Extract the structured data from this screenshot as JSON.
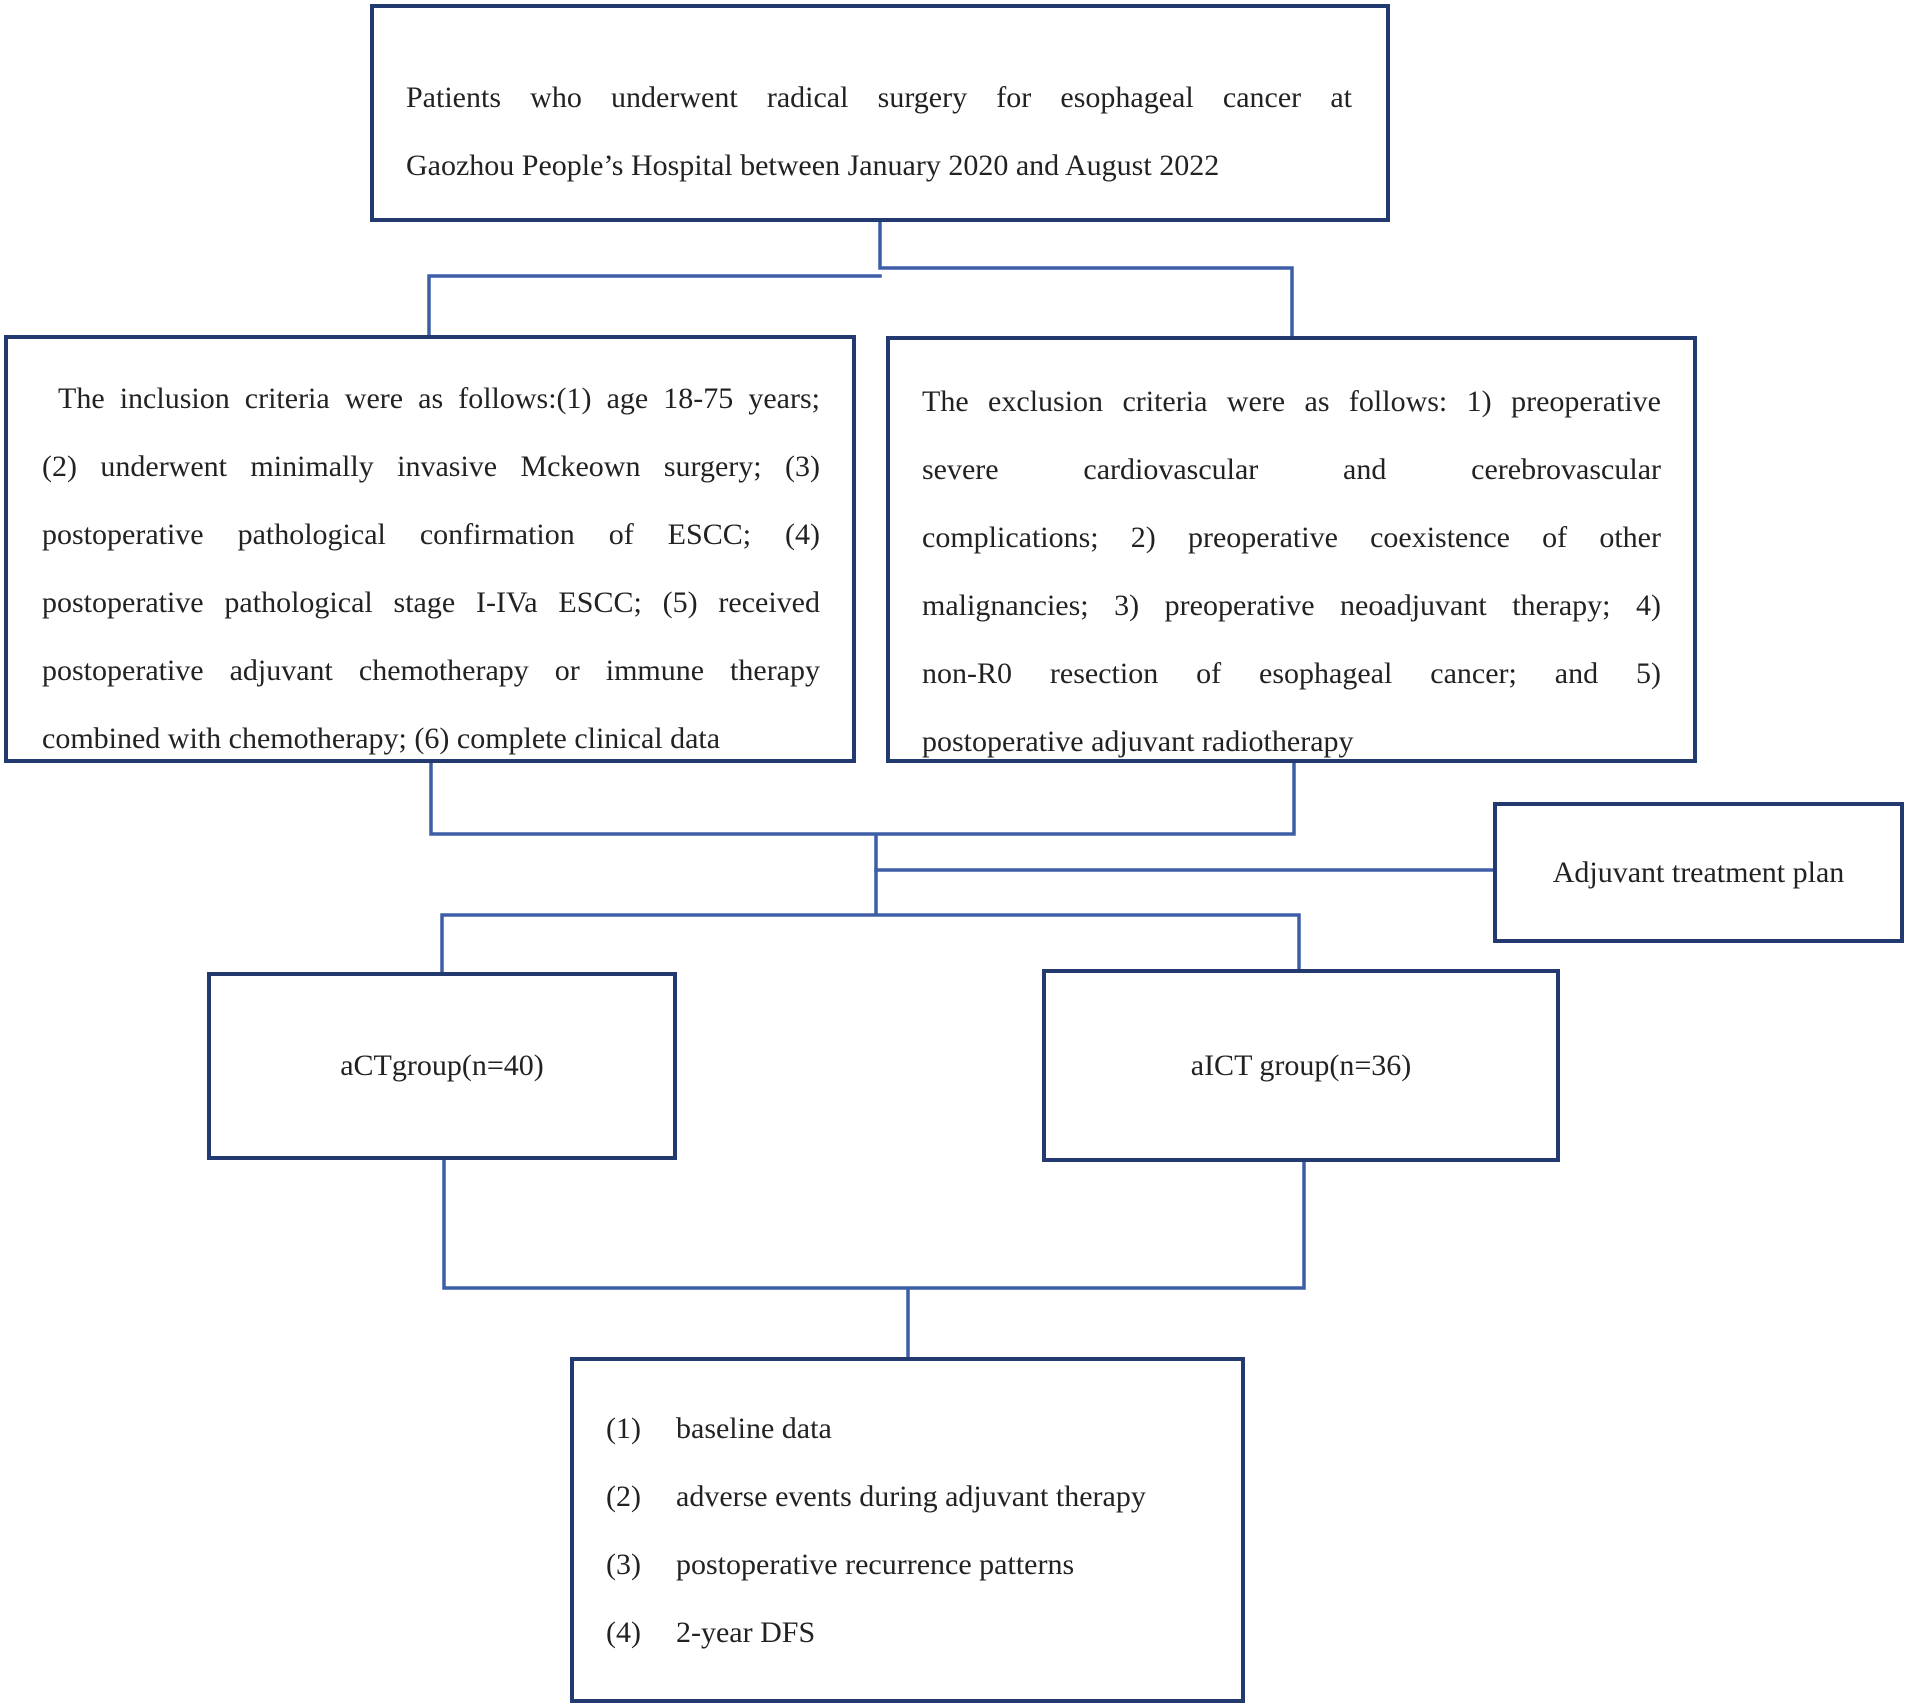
{
  "source_box": {
    "lines": [
      "Patients who underwent radical surgery for esophageal cancer at",
      "Gaozhou People’s Hospital between January 2020 and August 2022"
    ]
  },
  "inclusion_box": {
    "lines": [
      "The inclusion criteria were as follows:(1) age 18-75 years;",
      "(2) underwent minimally invasive Mckeown surgery; (3)",
      "postoperative pathological confirmation of ESCC; (4)",
      "postoperative pathological stage I-IVa ESCC; (5) received",
      "postoperative adjuvant chemotherapy or immune therapy",
      "combined with chemotherapy; (6) complete clinical data"
    ]
  },
  "exclusion_box": {
    "lines": [
      "The exclusion criteria were as follows: 1) preoperative",
      "severe cardiovascular and cerebrovascular",
      "complications; 2) preoperative coexistence of other",
      "malignancies; 3) preoperative neoadjuvant therapy; 4)",
      "non-R0 resection of esophageal cancer; and 5)",
      "postoperative adjuvant radiotherapy"
    ]
  },
  "treatment_plan_box": {
    "label": "Adjuvant treatment plan"
  },
  "act_group_box": {
    "label": "aCTgroup(n=40)"
  },
  "aict_group_box": {
    "label": "aICT group(n=36)"
  },
  "outcomes_box": {
    "items": [
      {
        "num": "(1)",
        "text": "baseline data"
      },
      {
        "num": "(2)",
        "text": "adverse events during adjuvant therapy"
      },
      {
        "num": "(3)",
        "text": "postoperative recurrence patterns"
      },
      {
        "num": "(4)",
        "text": "2-year DFS"
      }
    ]
  },
  "colors": {
    "border": "#233a70",
    "connector": "#3d5ea6",
    "text": "#222222"
  }
}
